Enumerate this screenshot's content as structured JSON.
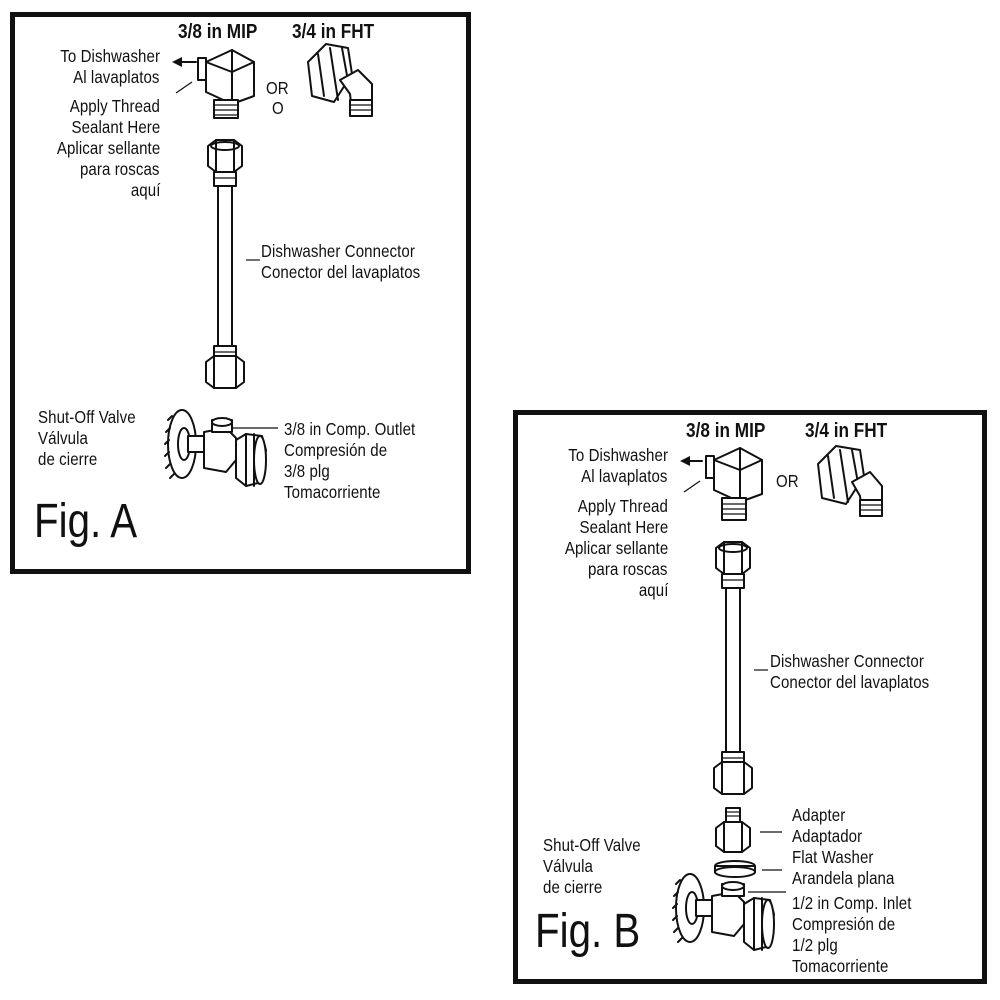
{
  "figure_a": {
    "mip_label": "3/8 in MIP",
    "fht_label": "3/4 in FHT",
    "or_label_en": "OR",
    "or_label_es": "O",
    "to_dishwasher": [
      "To Dishwasher",
      "Al lavaplatos"
    ],
    "sealant": [
      "Apply Thread",
      "Sealant Here",
      "Aplicar sellante",
      "para roscas",
      "aquí"
    ],
    "connector": [
      "Dishwasher Connector",
      "Conector del lavaplatos"
    ],
    "valve": [
      "Shut-Off Valve",
      "Válvula",
      "de cierre"
    ],
    "outlet": [
      "3/8 in Comp. Outlet",
      "Compresión de",
      "3/8 plg",
      "Tomacorriente"
    ],
    "fig_label": "Fig. A"
  },
  "figure_b": {
    "mip_label": "3/8 in MIP",
    "fht_label": "3/4 in FHT",
    "or_label": "OR",
    "to_dishwasher": [
      "To Dishwasher",
      "Al lavaplatos"
    ],
    "sealant": [
      "Apply Thread",
      "Sealant Here",
      "Aplicar sellante",
      "para roscas",
      "aquí"
    ],
    "connector": [
      "Dishwasher Connector",
      "Conector del lavaplatos"
    ],
    "adapter": [
      "Adapter",
      "Adaptador"
    ],
    "washer": [
      "Flat Washer",
      "Arandela plana"
    ],
    "inlet": [
      "1/2 in Comp. Inlet",
      "Compresión de",
      "1/2 plg",
      "Tomacorriente"
    ],
    "valve": [
      "Shut-Off Valve",
      "Válvula",
      "de cierre"
    ],
    "fig_label": "Fig. B"
  }
}
